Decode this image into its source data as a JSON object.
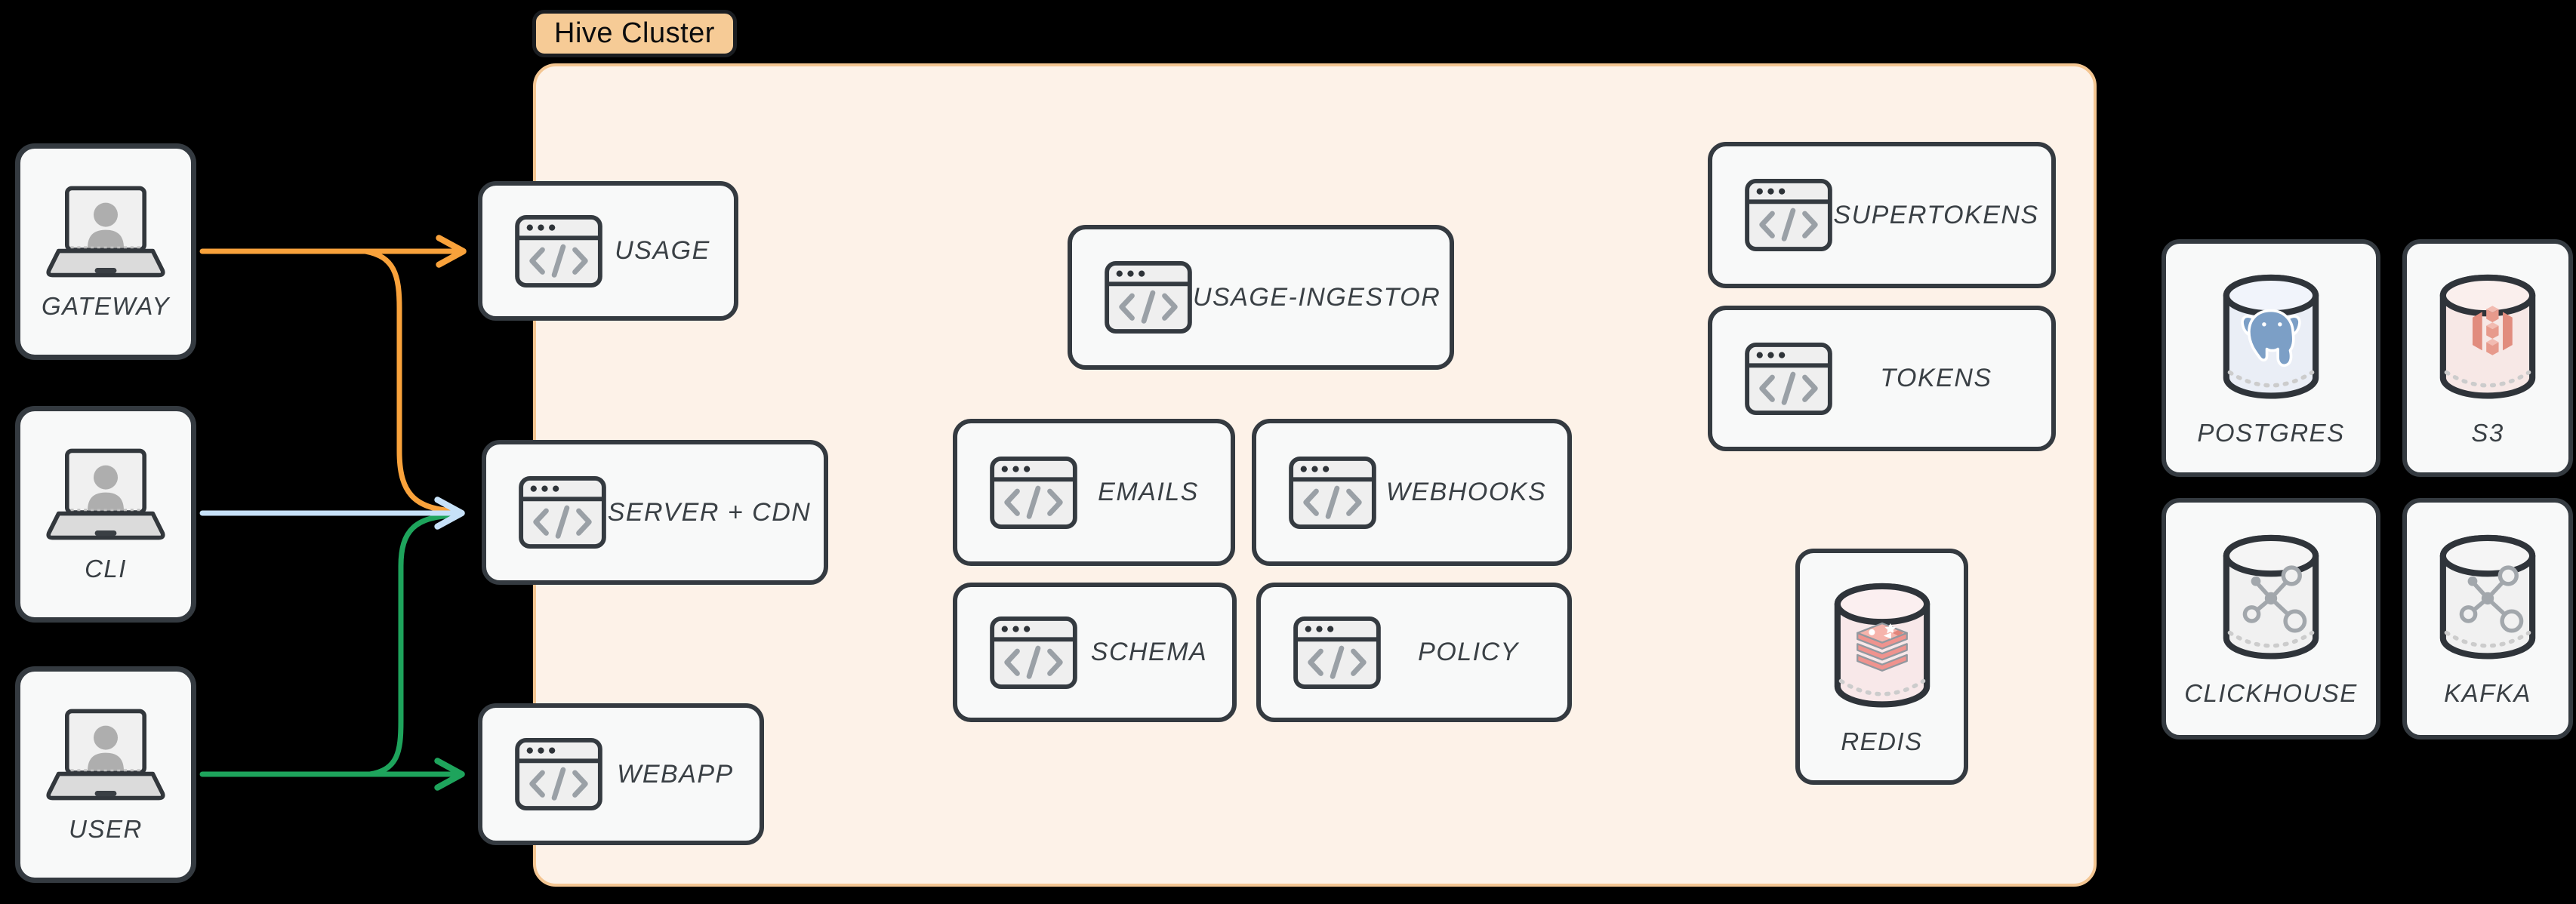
{
  "title_badge": "Hive Cluster",
  "clients": [
    {
      "label": "GATEWAY"
    },
    {
      "label": "CLI"
    },
    {
      "label": "USER"
    }
  ],
  "services": [
    {
      "label": "USAGE"
    },
    {
      "label": "SERVER + CDN"
    },
    {
      "label": "WEBAPP"
    },
    {
      "label": "USAGE-INGESTOR"
    },
    {
      "label": "EMAILS"
    },
    {
      "label": "WEBHOOKS"
    },
    {
      "label": "SCHEMA"
    },
    {
      "label": "POLICY"
    },
    {
      "label": "SUPERTOKENS"
    },
    {
      "label": "TOKENS"
    }
  ],
  "datastores": [
    {
      "label": "REDIS",
      "variant": "redis"
    },
    {
      "label": "POSTGRES",
      "variant": "postgres"
    },
    {
      "label": "S3",
      "variant": "s3"
    },
    {
      "label": "CLICKHOUSE",
      "variant": "molecule"
    },
    {
      "label": "KAFKA",
      "variant": "molecule"
    }
  ],
  "edges": [
    {
      "from": "GATEWAY",
      "to": "USAGE",
      "color": "#F9A23B"
    },
    {
      "from": "GATEWAY",
      "to": "SERVER + CDN",
      "color": "#F9A23B"
    },
    {
      "from": "CLI",
      "to": "SERVER + CDN",
      "color": "#C7E1F8"
    },
    {
      "from": "USER",
      "to": "SERVER + CDN",
      "color": "#1EA45C"
    },
    {
      "from": "USER",
      "to": "WEBAPP",
      "color": "#1EA45C"
    }
  ],
  "colors": {
    "bg": "#000000",
    "cluster-fill": "#FDF2E8",
    "cluster-border": "#F4C692",
    "badge-fill": "#F6CB96",
    "badge-border": "#1A1D21",
    "badge-text": "#0B0C0D",
    "node-fill": "#F8F9F9",
    "node-border": "#343A40",
    "label": "#3A4045",
    "icon-gray": "#9AA0A6"
  }
}
